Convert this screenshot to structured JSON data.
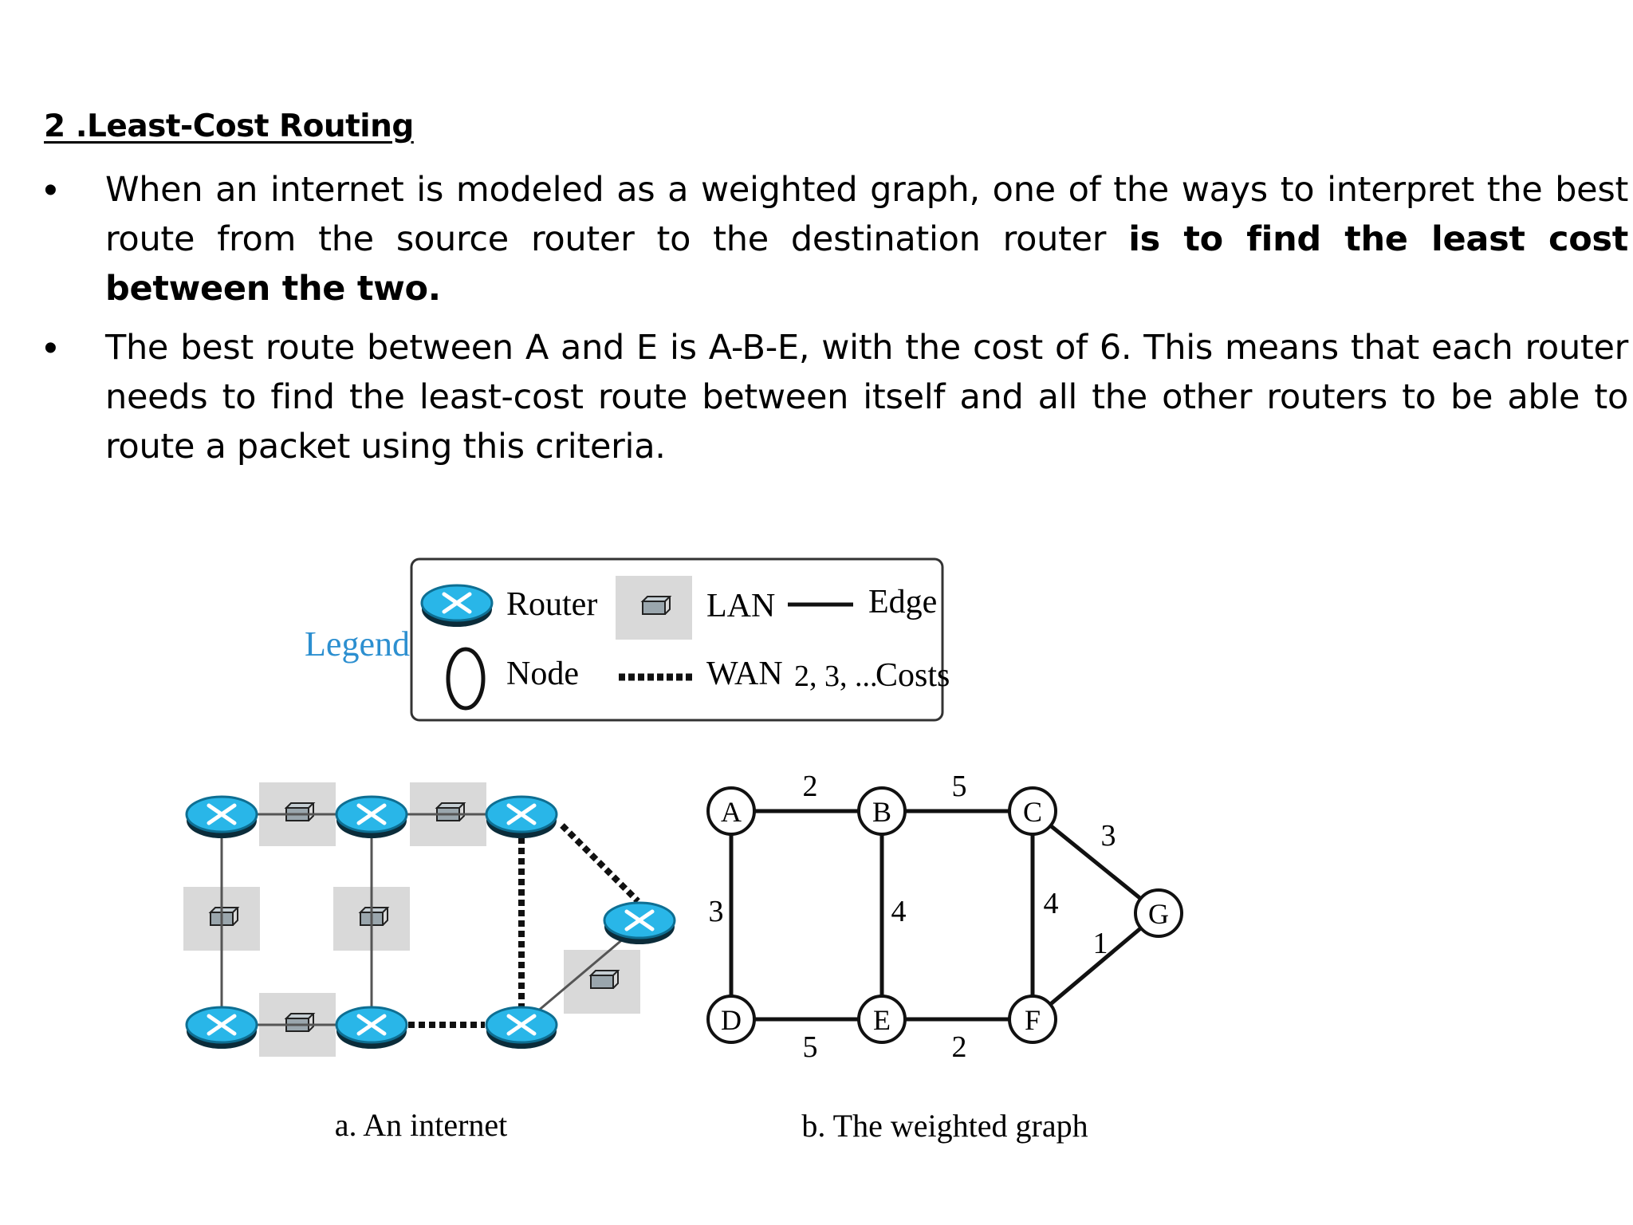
{
  "slide": {
    "title": "2 .Least-Cost Routing",
    "bullets": [
      {
        "text": "When an internet is modeled as a weighted graph, one of the ways to interpret the best route from the source router to the destination router ",
        "bold": "is to find the least cost between the two."
      },
      {
        "text": "The best route between A and E is A-B-E, with the cost of 6. This means that each router needs to find the least-cost route between itself and all the other routers to be able to route a packet using this criteria.",
        "bold": ""
      }
    ]
  },
  "legend": {
    "title": "Legend",
    "router": "Router",
    "node": "Node",
    "lan": "LAN",
    "wan": "WAN",
    "edge": "Edge",
    "costs_symbol": "2, 3, ...",
    "costs": "Costs"
  },
  "figure_a": {
    "caption": "a. An internet"
  },
  "figure_b": {
    "caption": "b. The weighted graph",
    "nodes": [
      "A",
      "B",
      "C",
      "D",
      "E",
      "F",
      "G"
    ],
    "edges": [
      {
        "from": "A",
        "to": "B",
        "cost": "2"
      },
      {
        "from": "B",
        "to": "C",
        "cost": "5"
      },
      {
        "from": "C",
        "to": "G",
        "cost": "3"
      },
      {
        "from": "A",
        "to": "D",
        "cost": "3"
      },
      {
        "from": "B",
        "to": "E",
        "cost": "4"
      },
      {
        "from": "C",
        "to": "F",
        "cost": "4"
      },
      {
        "from": "F",
        "to": "G",
        "cost": "1"
      },
      {
        "from": "D",
        "to": "E",
        "cost": "5"
      },
      {
        "from": "E",
        "to": "F",
        "cost": "2"
      }
    ]
  },
  "colors": {
    "router": "#29b6e8",
    "router_dark": "#0e6f93",
    "lan_bg": "#d9d9d9",
    "legend_title": "#2c8fd0"
  }
}
